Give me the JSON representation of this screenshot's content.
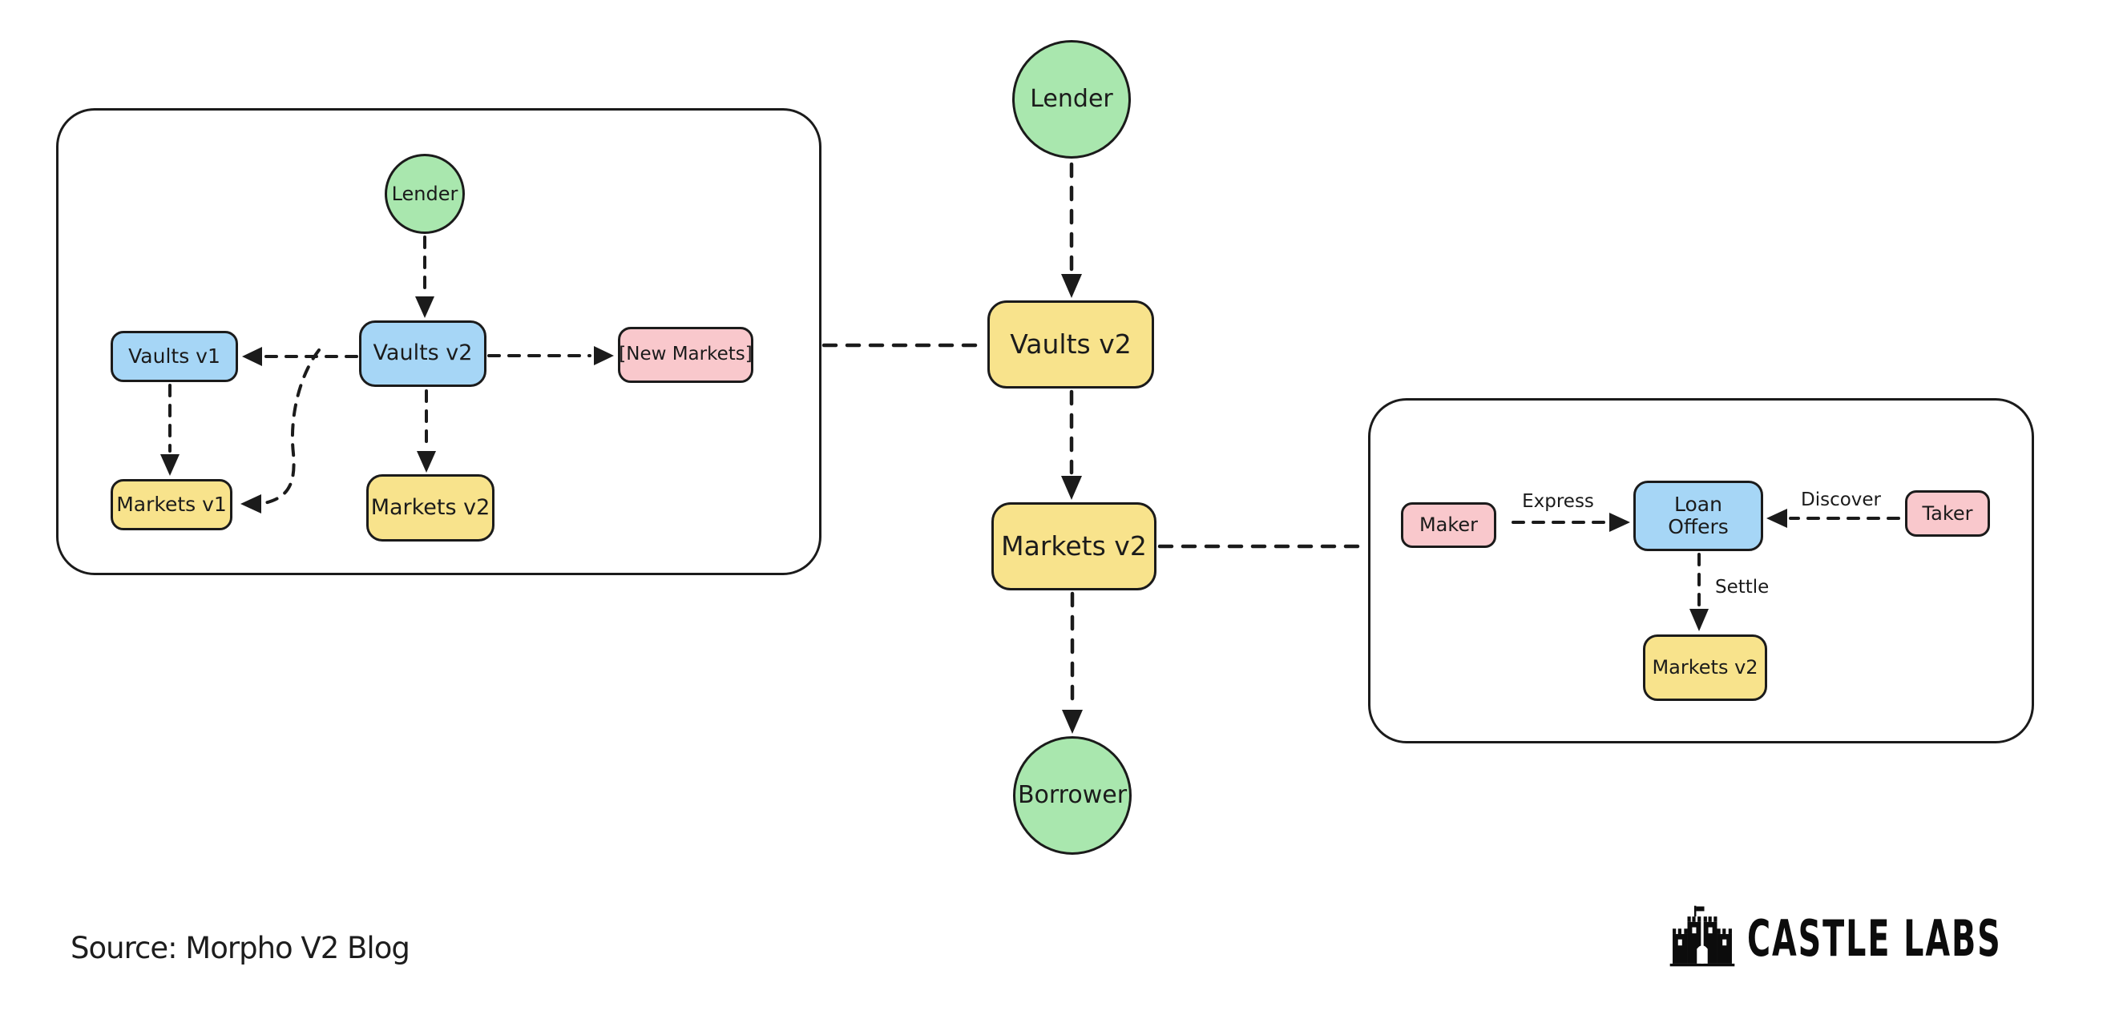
{
  "colors": {
    "green": "#a9e7ae",
    "blue": "#a6d6f6",
    "yellow": "#f8e38c",
    "pink": "#f9c8cc",
    "ink": "#1b1b1b"
  },
  "left_panel": {
    "lender": "Lender",
    "vaults_v1": "Vaults v1",
    "vaults_v2": "Vaults v2",
    "new_markets": "[New Markets]",
    "markets_v1": "Markets v1",
    "markets_v2": "Markets v2"
  },
  "center_flow": {
    "lender": "Lender",
    "vaults_v2": "Vaults v2",
    "markets_v2": "Markets v2",
    "borrower": "Borrower"
  },
  "right_panel": {
    "maker": "Maker",
    "loan_offers": "Loan Offers",
    "taker": "Taker",
    "markets_v2": "Markets v2",
    "express": "Express",
    "discover": "Discover",
    "settle": "Settle"
  },
  "footer": {
    "source": "Source: Morpho V2 Blog",
    "brand": "CASTLE LABS"
  }
}
